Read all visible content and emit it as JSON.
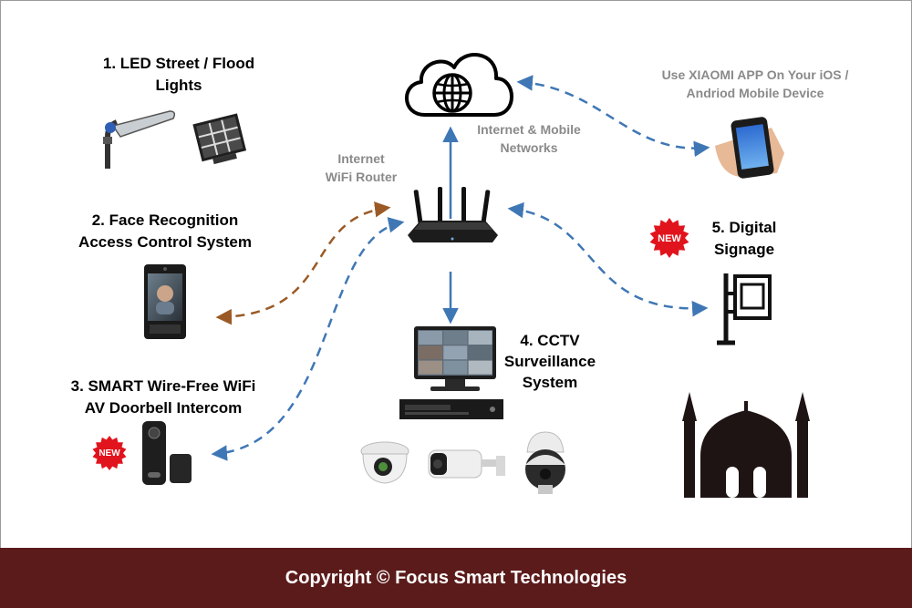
{
  "labels": {
    "led": [
      "1. LED Street / Flood",
      "Lights"
    ],
    "face": [
      "2. Face Recognition",
      "Access Control System"
    ],
    "doorbell": [
      "3. SMART Wire-Free WiFi",
      "AV Doorbell Intercom"
    ],
    "cctv": [
      "4. CCTV",
      "Surveillance",
      "System"
    ],
    "signage": [
      "5. Digital",
      "Signage"
    ],
    "router": [
      "Internet",
      "WiFi Router"
    ],
    "networks": [
      "Internet & Mobile",
      "Networks"
    ],
    "app": [
      "Use XIAOMI APP On Your iOS /",
      "Andriod Mobile Device"
    ]
  },
  "badges": {
    "new": "NEW"
  },
  "footer": {
    "copyright": "Copyright © Focus Smart Technologies"
  },
  "colors": {
    "footer_bg": "#5c1b1b",
    "arrow_blue": "#3f77b5",
    "arrow_brown": "#9b5a25",
    "badge_red": "#e1141d"
  },
  "icons": [
    "cloud-globe-icon",
    "wifi-router-icon",
    "street-light-icon",
    "flood-light-icon",
    "face-terminal-icon",
    "doorbell-icon",
    "smartphone-icon",
    "signage-icon",
    "mosque-icon",
    "cctv-monitor-icon",
    "dvr-icon",
    "dome-camera-icon",
    "bullet-camera-icon",
    "ptz-camera-icon"
  ]
}
